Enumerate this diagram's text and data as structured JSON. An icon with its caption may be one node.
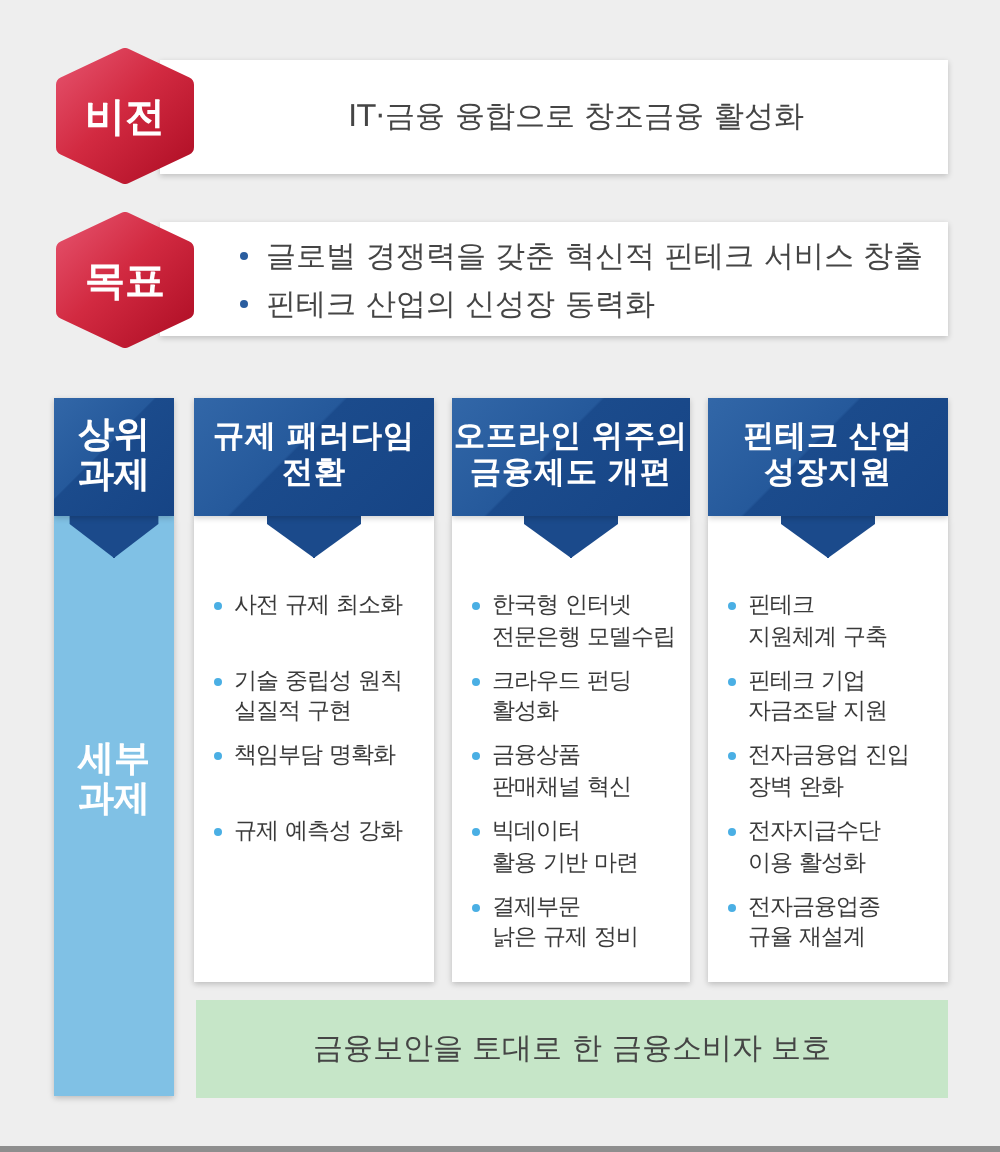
{
  "diagram": {
    "nodes": [
      {
        "text": [
          "비전"
        ]
      },
      {
        "text": [
          "IT·금융 융합으로 창조금융 활성화"
        ]
      },
      {
        "text": [
          "목표"
        ]
      },
      {
        "text": [
          "글로벌 경쟁력을 갖춘 혁신적 핀테크 서비스 창출",
          "핀테크 산업의 신성장 동력화"
        ]
      },
      {
        "text": [
          "상위 과제"
        ]
      },
      {
        "text": [
          "규제 패러다임 전환"
        ]
      },
      {
        "text": [
          "오프라인 위주의 금융제도 개편"
        ]
      },
      {
        "text": [
          "핀테크 산업 성장지원"
        ]
      },
      {
        "text": [
          "세부 과제"
        ]
      },
      {
        "text": [
          "사전 규제 최소화",
          "기술 중립성 원칙 실질적 구현",
          "책임부담 명확화",
          "규제 예측성 강화"
        ]
      },
      {
        "text": [
          "한국형 인터넷 전문은행 모델수립",
          "크라우드 펀딩 활성화",
          "금융상품 판매채널 혁신",
          "빅데이터 활용 기반 마련",
          "결제부문 낡은 규제 정비"
        ]
      },
      {
        "text": [
          "핀테크 지원체계 구축",
          "핀테크 기업 자금조달 지원",
          "전자금융업 진입 장벽 완화",
          "전자지급수단 이용 활성화",
          "전자금융업종 규율 재설계"
        ]
      },
      {
        "text": [
          "금융보안을 토대로 한 금융소비자 보호"
        ]
      }
    ],
    "edges": [
      {
        "from": 4,
        "to": 8,
        "arrow": "to"
      },
      {
        "from": 5,
        "to": 9,
        "arrow": "to"
      },
      {
        "from": 6,
        "to": 10,
        "arrow": "to"
      },
      {
        "from": 7,
        "to": 11,
        "arrow": "to"
      }
    ]
  }
}
